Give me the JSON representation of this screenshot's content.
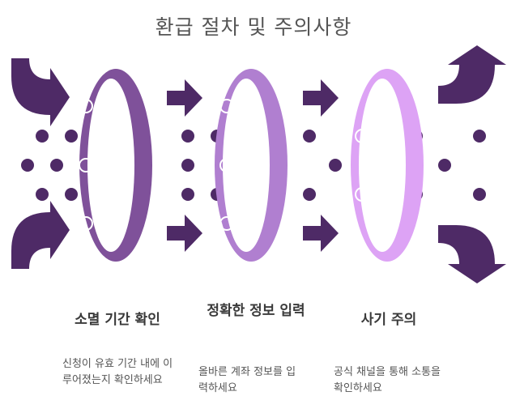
{
  "title": "환급 절차 및 주의사항",
  "steps": [
    {
      "label": "소멸 기간 확인",
      "description": "신청이 유효 기간 내에 이루어졌는지 확인하세요",
      "color": "#7f519a"
    },
    {
      "label": "정확한 정보 입력",
      "description": "올바른 계좌 정보를 입력하세요",
      "color": "#b07fd0"
    },
    {
      "label": "사기 주의",
      "description": "공식 채널을 통해 소통을 확인하세요",
      "color": "#dda3f5"
    }
  ],
  "colors": {
    "dot": "#4e2a66",
    "arrow": "#4e2a66",
    "text": "#555555"
  }
}
